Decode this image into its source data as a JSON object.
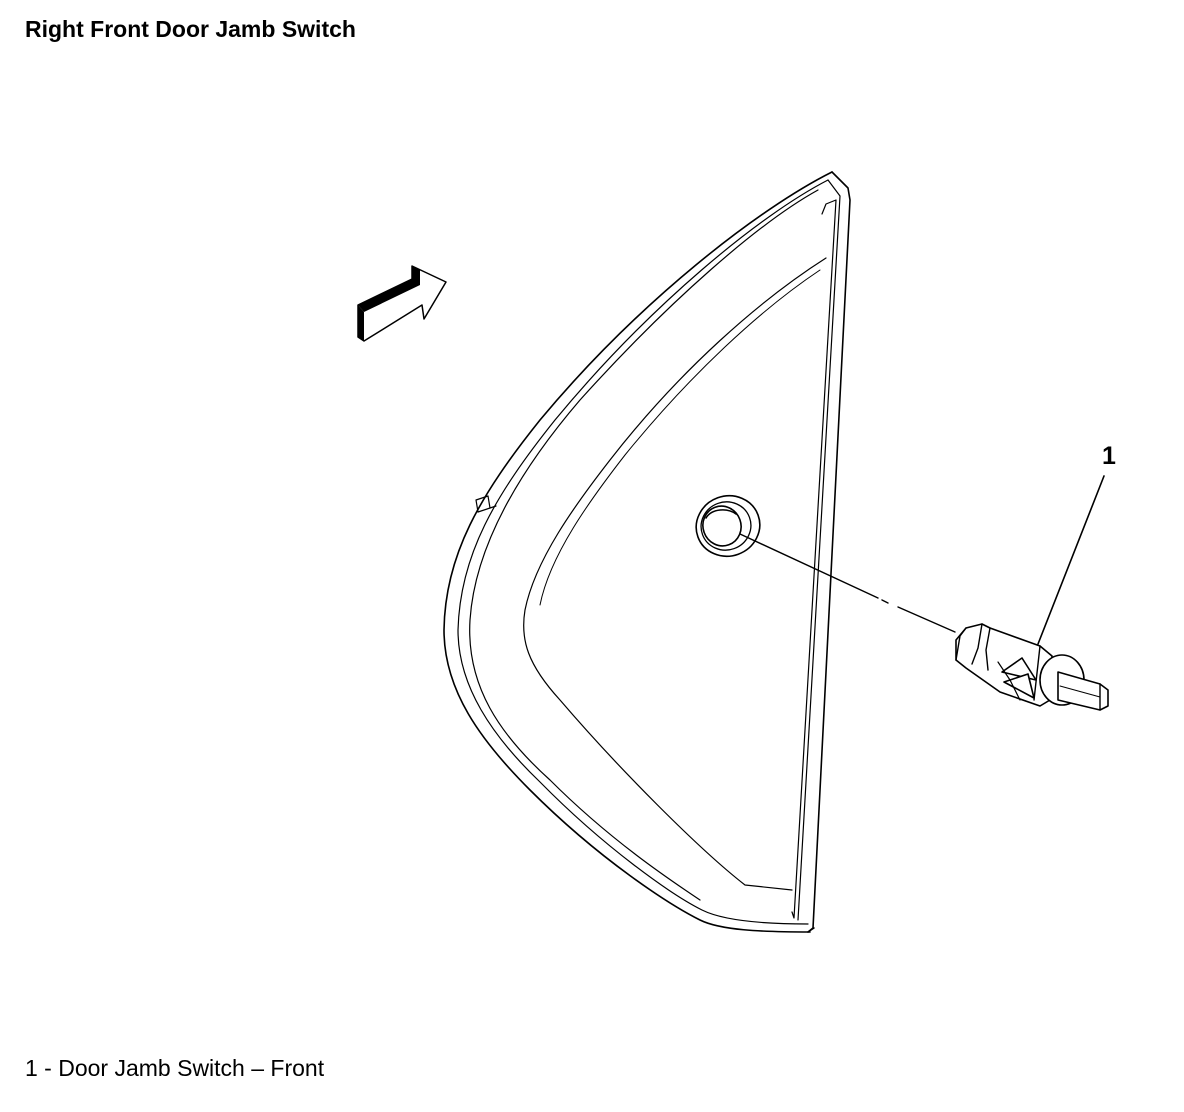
{
  "title": "Right Front Door Jamb Switch",
  "callouts": [
    {
      "number": "1",
      "part": "Door Jamb Switch – Front"
    }
  ],
  "legend": {
    "items": [
      "1 - Door Jamb Switch – Front"
    ]
  },
  "icons": {
    "direction_arrow": "front-direction-arrow-icon"
  }
}
